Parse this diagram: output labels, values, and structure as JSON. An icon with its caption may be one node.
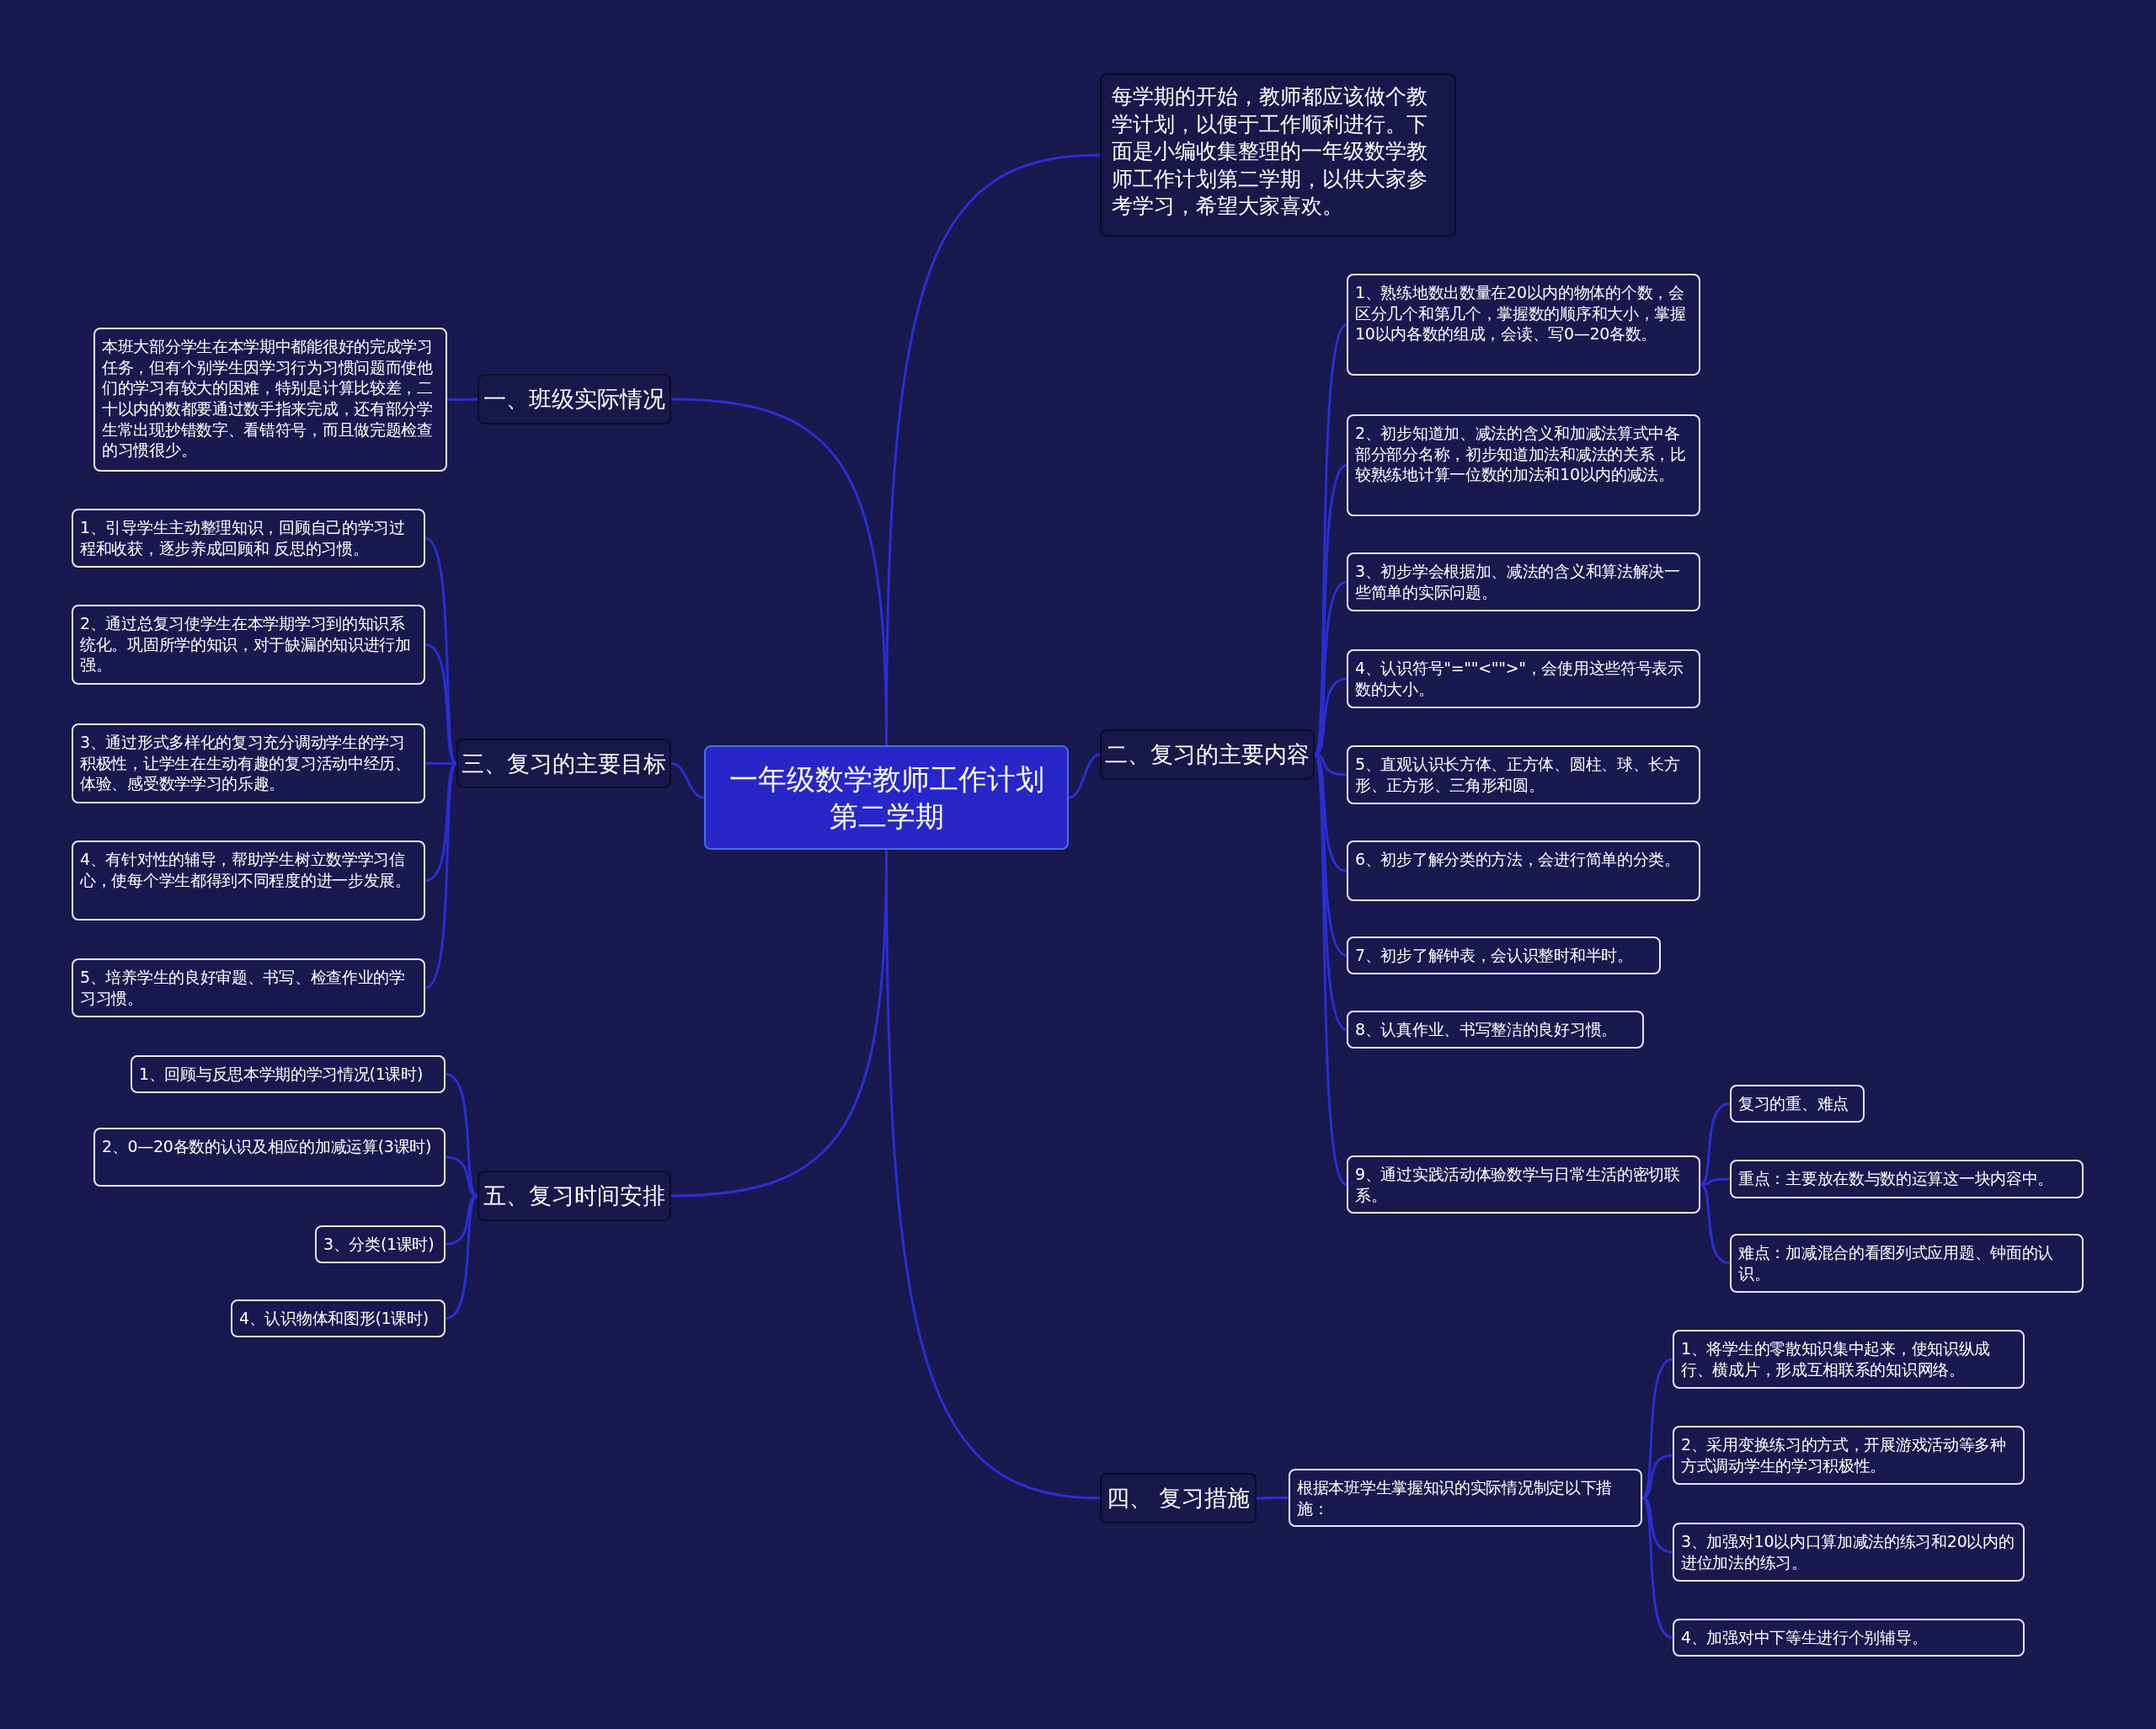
{
  "diagram": {
    "nodes": [
      {
        "text": [
          "一年级数学教师工作计划第二学期"
        ]
      },
      {
        "text": [
          "每学期的开始，教师都应该做个教学计划，以便于工作顺利进行。下面是小编收集整理的一年级数学教师工作计划第二学期，以供大家参考学习，希望大家喜欢。"
        ]
      },
      {
        "text": [
          "一、班级实际情况"
        ]
      },
      {
        "text": [
          "本班大部分学生在本学期中都能很好的完成学习任务，但有个别学生因学习行为习惯问题而使他们的学习有较大的困难，特别是计算比较差，二十以内的数都要通过数手指来完成，还有部分学生常出现抄错数字、看错符号，而且做完题检查的习惯很少。"
        ]
      },
      {
        "text": [
          "二、复习的主要内容"
        ]
      },
      {
        "text": [
          "1、熟练地数出数量在20以内的物体的个数，会区分几个和第几个，掌握数的顺序和大小，掌握10以内各数的组成，会读、写0—20各数。"
        ]
      },
      {
        "text": [
          "2、初步知道加、减法的含义和加减法算式中各部分部分名称，初步知道加法和减法的关系，比较熟练地计算一位数的加法和10以内的减法。"
        ]
      },
      {
        "text": [
          "3、初步学会根据加、减法的含义和算法解决一些简单的实际问题。"
        ]
      },
      {
        "text": [
          "4、认识符号\"=\"\"<\"\">\"，会使用这些符号表示数的大小。"
        ]
      },
      {
        "text": [
          "5、直观认识长方体、正方体、圆柱、球、长方形、正方形、三角形和圆。"
        ]
      },
      {
        "text": [
          "6、初步了解分类的方法，会进行简单的分类。"
        ]
      },
      {
        "text": [
          "7、初步了解钟表，会认识整时和半时。"
        ]
      },
      {
        "text": [
          "8、认真作业、书写整洁的良好习惯。"
        ]
      },
      {
        "text": [
          "9、通过实践活动体验数学与日常生活的密切联系。"
        ]
      },
      {
        "text": [
          "复习的重、难点"
        ]
      },
      {
        "text": [
          "重点：主要放在数与数的运算这一块内容中。"
        ]
      },
      {
        "text": [
          "难点：加减混合的看图列式应用题、钟面的认识。"
        ]
      },
      {
        "text": [
          "三、复习的主要目标"
        ]
      },
      {
        "text": [
          "1、引导学生主动整理知识，回顾自己的学习过程和收获，逐步养成回顾和 反思的习惯。"
        ]
      },
      {
        "text": [
          "2、通过总复习使学生在本学期学习到的知识系统化。巩固所学的知识，对于缺漏的知识进行加强。"
        ]
      },
      {
        "text": [
          "3、通过形式多样化的复习充分调动学生的学习积极性，让学生在生动有趣的复习活动中经历、体验、感受数学学习的乐趣。"
        ]
      },
      {
        "text": [
          "4、有针对性的辅导，帮助学生树立数学学习信心，使每个学生都得到不同程度的进一步发展。"
        ]
      },
      {
        "text": [
          "5、培养学生的良好审题、书写、检查作业的学习习惯。"
        ]
      },
      {
        "text": [
          "四、 复习措施"
        ]
      },
      {
        "text": [
          "根据本班学生掌握知识的实际情况制定以下措施："
        ]
      },
      {
        "text": [
          "1、将学生的零散知识集中起来，使知识纵成行、横成片，形成互相联系的知识网络。"
        ]
      },
      {
        "text": [
          "2、采用变换练习的方式，开展游戏活动等多种方式调动学生的学习积极性。"
        ]
      },
      {
        "text": [
          "3、加强对10以内口算加减法的练习和20以内的进位加法的练习。"
        ]
      },
      {
        "text": [
          "4、加强对中下等生进行个别辅导。"
        ]
      },
      {
        "text": [
          "五、复习时间安排"
        ]
      },
      {
        "text": [
          "1、回顾与反思本学期的学习情况(1课时)"
        ]
      },
      {
        "text": [
          "2、0—20各数的认识及相应的加减运算(3课时)"
        ]
      },
      {
        "text": [
          "3、分类(1课时)"
        ]
      },
      {
        "text": [
          "4、认识物体和图形(1课时)"
        ]
      }
    ],
    "edges": [
      {
        "from": 0,
        "to": 1,
        "arrow": "none"
      },
      {
        "from": 0,
        "to": 2,
        "arrow": "none"
      },
      {
        "from": 2,
        "to": 3,
        "arrow": "none"
      },
      {
        "from": 0,
        "to": 4,
        "arrow": "none"
      },
      {
        "from": 4,
        "to": 5,
        "arrow": "none"
      },
      {
        "from": 4,
        "to": 6,
        "arrow": "none"
      },
      {
        "from": 4,
        "to": 7,
        "arrow": "none"
      },
      {
        "from": 4,
        "to": 8,
        "arrow": "none"
      },
      {
        "from": 4,
        "to": 9,
        "arrow": "none"
      },
      {
        "from": 4,
        "to": 10,
        "arrow": "none"
      },
      {
        "from": 4,
        "to": 11,
        "arrow": "none"
      },
      {
        "from": 4,
        "to": 12,
        "arrow": "none"
      },
      {
        "from": 4,
        "to": 13,
        "arrow": "none"
      },
      {
        "from": 13,
        "to": 14,
        "arrow": "none"
      },
      {
        "from": 13,
        "to": 15,
        "arrow": "none"
      },
      {
        "from": 13,
        "to": 16,
        "arrow": "none"
      },
      {
        "from": 0,
        "to": 17,
        "arrow": "none"
      },
      {
        "from": 17,
        "to": 18,
        "arrow": "none"
      },
      {
        "from": 17,
        "to": 19,
        "arrow": "none"
      },
      {
        "from": 17,
        "to": 20,
        "arrow": "none"
      },
      {
        "from": 17,
        "to": 21,
        "arrow": "none"
      },
      {
        "from": 17,
        "to": 22,
        "arrow": "none"
      },
      {
        "from": 0,
        "to": 23,
        "arrow": "none"
      },
      {
        "from": 23,
        "to": 24,
        "arrow": "none"
      },
      {
        "from": 24,
        "to": 25,
        "arrow": "none"
      },
      {
        "from": 24,
        "to": 26,
        "arrow": "none"
      },
      {
        "from": 24,
        "to": 27,
        "arrow": "none"
      },
      {
        "from": 24,
        "to": 28,
        "arrow": "none"
      },
      {
        "from": 0,
        "to": 29,
        "arrow": "none"
      },
      {
        "from": 29,
        "to": 30,
        "arrow": "none"
      },
      {
        "from": 29,
        "to": 31,
        "arrow": "none"
      },
      {
        "from": 29,
        "to": 32,
        "arrow": "none"
      },
      {
        "from": 29,
        "to": 33,
        "arrow": "none"
      }
    ]
  }
}
